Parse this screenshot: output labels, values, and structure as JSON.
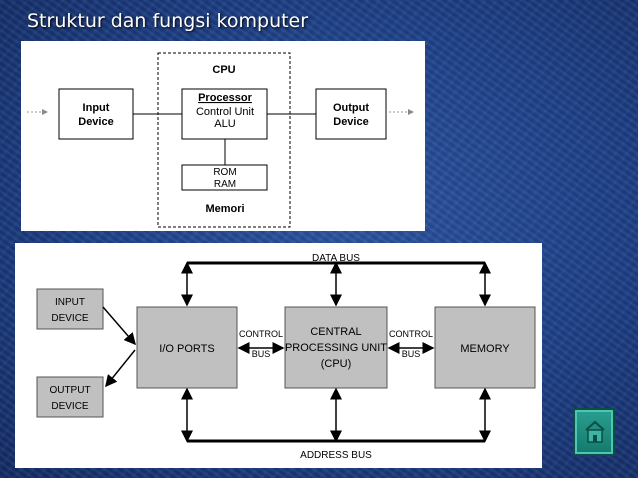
{
  "slide": {
    "title": "Struktur dan fungsi komputer"
  },
  "diagram1": {
    "input_device": [
      "Input",
      "Device"
    ],
    "output_device": [
      "Output",
      "Device"
    ],
    "cpu_label": "CPU",
    "processor_label": "Processor",
    "processor_parts": [
      "Control Unit",
      "ALU"
    ],
    "rom_ram": [
      "ROM",
      "RAM"
    ],
    "memori_label": "Memori"
  },
  "diagram2": {
    "data_bus": "DATA BUS",
    "address_bus": "ADDRESS BUS",
    "input_device": [
      "INPUT",
      "DEVICE"
    ],
    "output_device": [
      "OUTPUT",
      "DEVICE"
    ],
    "io_ports": "I/O PORTS",
    "cpu": [
      "CENTRAL",
      "PROCESSING UNIT",
      "(CPU)"
    ],
    "memory": "MEMORY",
    "control_bus_left": [
      "CONTROL",
      "BUS"
    ],
    "control_bus_right": [
      "CONTROL",
      "BUS"
    ]
  },
  "colors": {
    "background": "#1d3f86",
    "box_gray": "#c0c0c0",
    "home_button": "#1f8c7e"
  },
  "icons": {
    "home": "home-icon"
  }
}
